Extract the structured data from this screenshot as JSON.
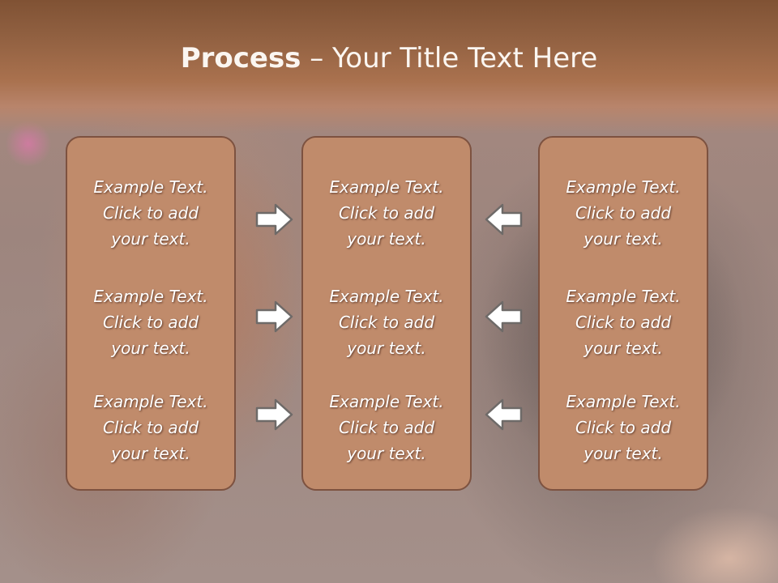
{
  "title": {
    "bold": "Process",
    "rest": " – Your Title Text Here"
  },
  "columns": [
    {
      "items": [
        {
          "line1": "Example Text.",
          "line2": "Click  to add",
          "line3": "your text."
        },
        {
          "line1": "Example Text.",
          "line2": "Click  to add",
          "line3": "your text."
        },
        {
          "line1": "Example Text.",
          "line2": "Click  to add",
          "line3": "your text."
        }
      ]
    },
    {
      "items": [
        {
          "line1": "Example Text.",
          "line2": "Click  to add",
          "line3": "your text."
        },
        {
          "line1": "Example Text.",
          "line2": "Click  to add",
          "line3": "your text."
        },
        {
          "line1": "Example Text.",
          "line2": "Click  to add",
          "line3": "your text."
        }
      ]
    },
    {
      "items": [
        {
          "line1": "Example Text.",
          "line2": "Click  to add",
          "line3": "your text."
        },
        {
          "line1": "Example Text.",
          "line2": "Click  to add",
          "line3": "your text."
        },
        {
          "line1": "Example Text.",
          "line2": "Click  to add",
          "line3": "your text."
        }
      ]
    }
  ],
  "arrows": {
    "left_group": "arrow-right-icon",
    "right_group": "arrow-left-icon"
  },
  "colors": {
    "title_bar": "#8f5f40",
    "card_fill": "#c08b6b",
    "card_border": "#7d5240",
    "text": "#ffffff"
  }
}
